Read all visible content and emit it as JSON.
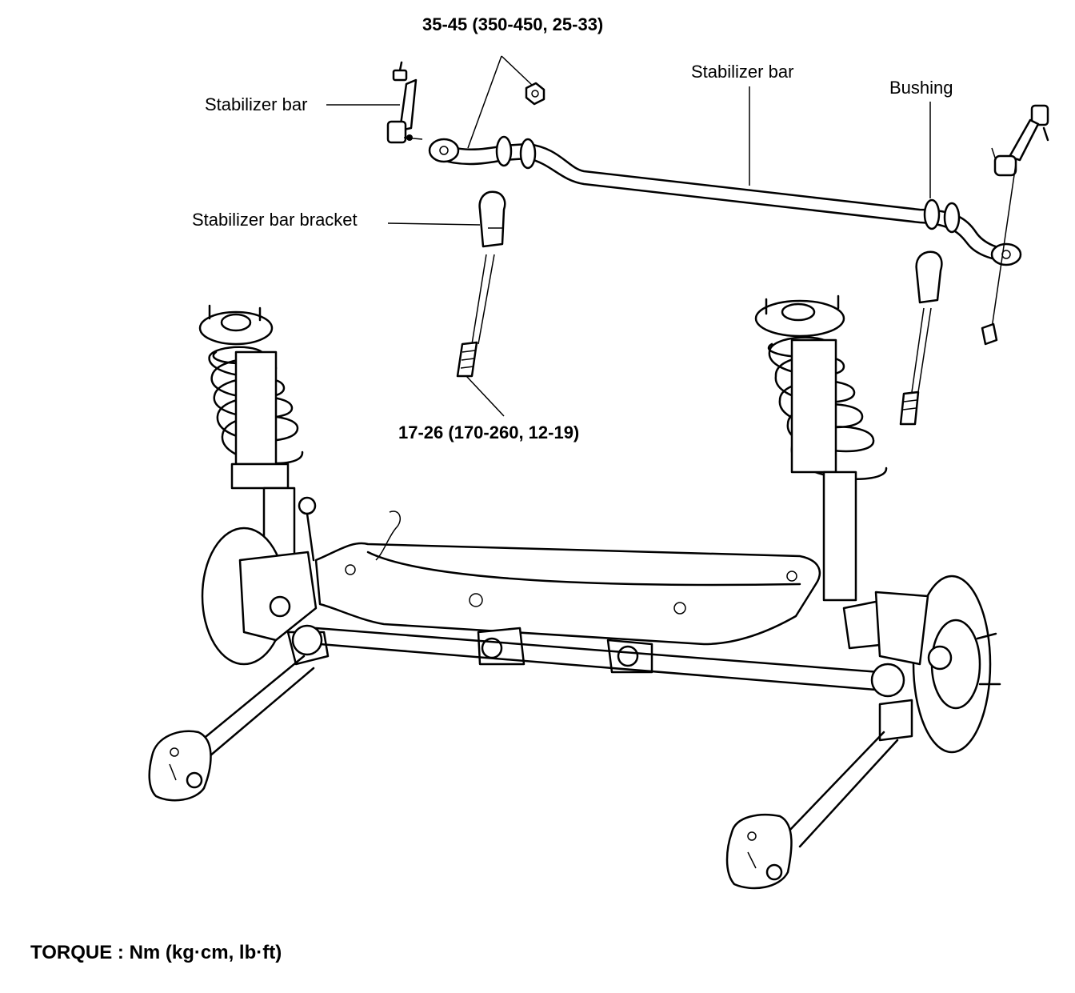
{
  "labels": {
    "torque_top": "35-45 (350-450, 25-33)",
    "stabilizer_bar_link": "Stabilizer bar",
    "stabilizer_bar": "Stabilizer bar",
    "bushing": "Bushing",
    "stabilizer_bar_bracket": "Stabilizer bar bracket",
    "torque_bracket": "17-26 (170-260, 12-19)",
    "torque_units": "TORQUE : Nm (kg·cm, lb·ft)"
  }
}
